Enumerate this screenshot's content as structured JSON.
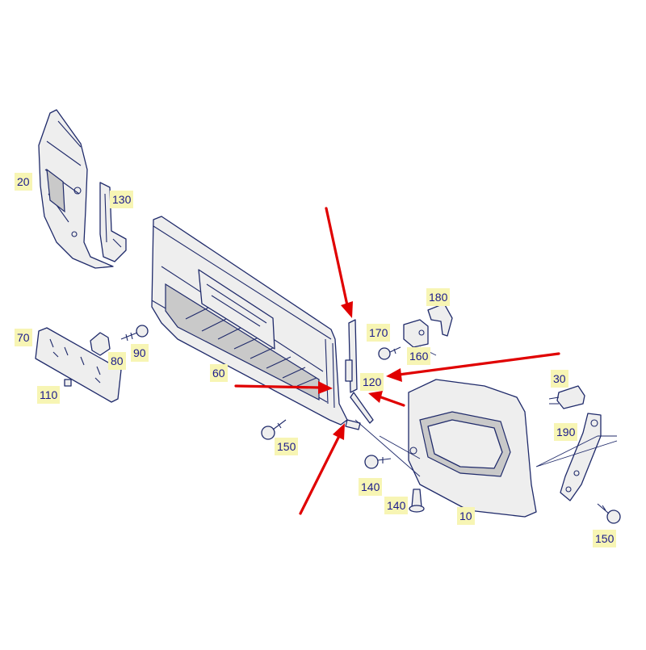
{
  "callouts": {
    "c10": "10",
    "c20": "20",
    "c30": "30",
    "c60": "60",
    "c70": "70",
    "c80": "80",
    "c90": "90",
    "c110": "110",
    "c120": "120",
    "c130": "130",
    "c140a": "140",
    "c140b": "140",
    "c150a": "150",
    "c150b": "150",
    "c160": "160",
    "c170": "170",
    "c180": "180",
    "c190": "190"
  },
  "colors": {
    "callout_background": "#f7f5b4",
    "callout_text": "#1a1a8c",
    "line_art": "#1f2a6a",
    "arrow": "#e00000"
  }
}
